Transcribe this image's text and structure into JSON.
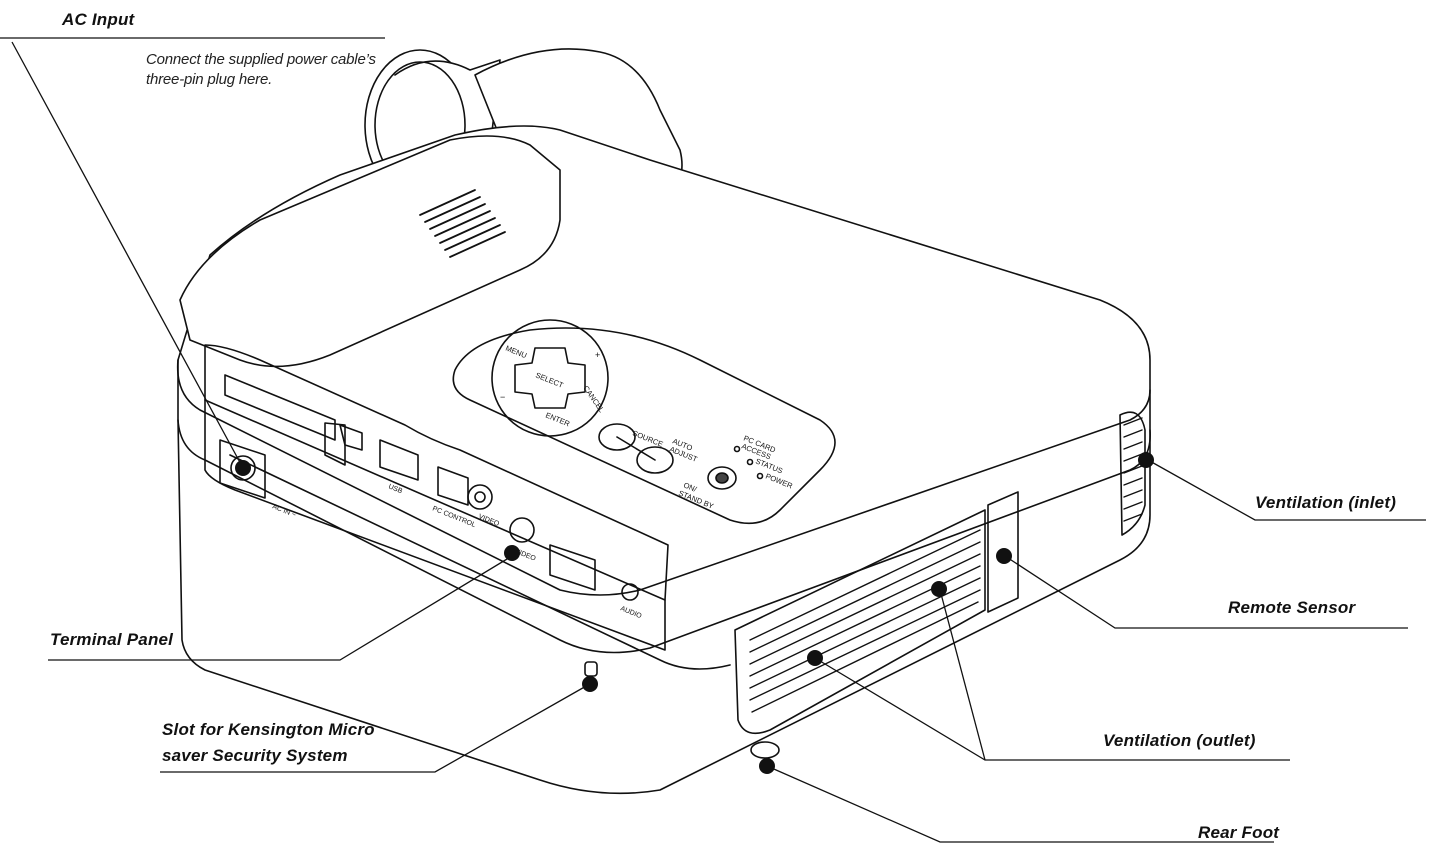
{
  "callouts": {
    "ac_input": {
      "title": "AC Input",
      "desc": "Connect the supplied power cable’s three-pin plug here."
    },
    "terminal_panel": {
      "title": "Terminal Panel"
    },
    "kensington": {
      "title_line1": "Slot for Kensington Micro",
      "title_line2": "saver Security System"
    },
    "ventilation_inlet": {
      "title": "Ventilation (inlet)"
    },
    "remote_sensor": {
      "title": "Remote Sensor"
    },
    "ventilation_outlet": {
      "title": "Ventilation (outlet)"
    },
    "rear_foot": {
      "title": "Rear Foot"
    }
  },
  "control_panel": {
    "menu": "MENU",
    "select": "SELECT",
    "cancel": "CANCEL",
    "enter": "ENTER",
    "minus": "−",
    "plus": "+",
    "source": "SOURCE",
    "auto_adjust_1": "AUTO",
    "auto_adjust_2": "ADJUST",
    "on_standby_1": "ON/",
    "on_standby_2": "STAND BY",
    "pc_card_1": "PC CARD",
    "pc_card_2": "ACCESS",
    "status": "STATUS",
    "power": "POWER"
  },
  "ports": {
    "usb": "USB",
    "pc_control": "PC CONTROL",
    "video": "VIDEO",
    "s_video": "S-VIDEO",
    "audio": "AUDIO",
    "ac_in": "AC IN ~"
  },
  "colors": {
    "line": "#111111",
    "body": "#ffffff",
    "panel": "#ffffff"
  }
}
